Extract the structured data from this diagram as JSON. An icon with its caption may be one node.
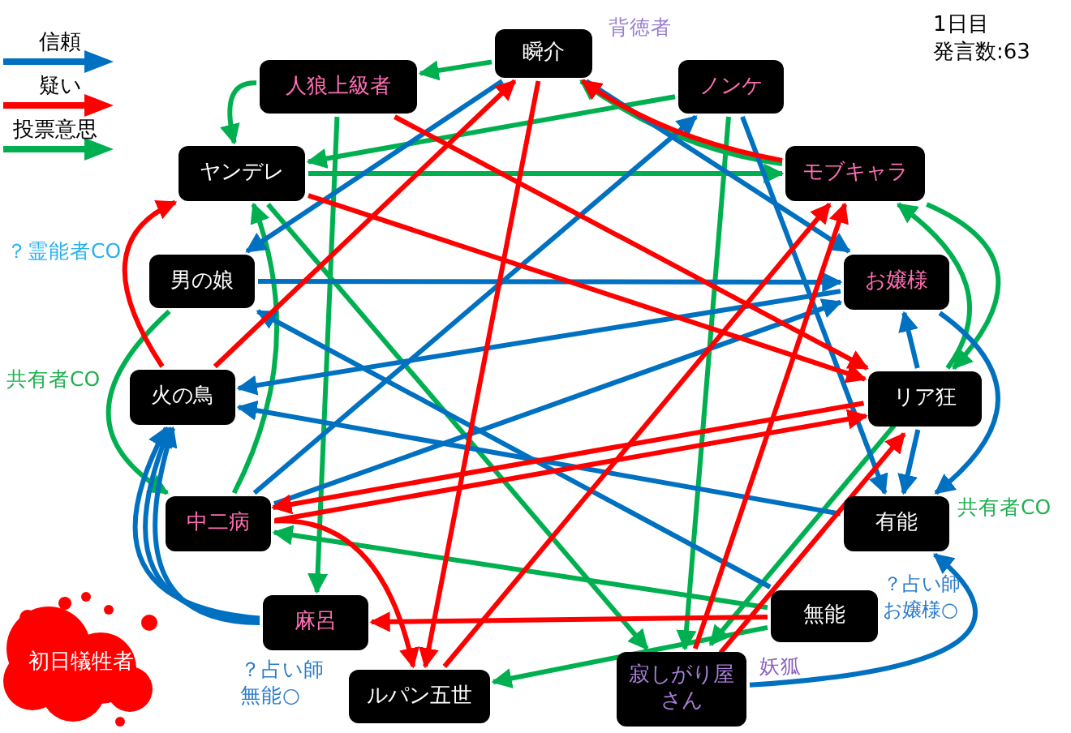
{
  "diagram": {
    "nodes": [
      {
        "text": [
          "瞬介"
        ],
        "beside": [
          "背徳者"
        ]
      },
      {
        "text": [
          "人狼上級者"
        ]
      },
      {
        "text": [
          "ノンケ"
        ]
      },
      {
        "text": [
          "ヤンデレ"
        ]
      },
      {
        "text": [
          "モブキャラ"
        ]
      },
      {
        "text": [
          "男の娘"
        ],
        "beside": [
          "？霊能者CO"
        ]
      },
      {
        "text": [
          "お嬢様"
        ]
      },
      {
        "text": [
          "火の鳥"
        ],
        "beside": [
          "共有者CO"
        ]
      },
      {
        "text": [
          "リア狂"
        ]
      },
      {
        "text": [
          "中二病"
        ]
      },
      {
        "text": [
          "有能"
        ],
        "beside": [
          "共有者CO"
        ]
      },
      {
        "text": [
          "麻呂"
        ],
        "beside": [
          "？占い師",
          "無能○"
        ]
      },
      {
        "text": [
          "無能"
        ],
        "beside": [
          "？占い師",
          "お嬢様○"
        ]
      },
      {
        "text": [
          "初日犠牲者"
        ]
      },
      {
        "text": [
          "ルパン五世"
        ]
      },
      {
        "text": [
          "寂しがり屋さん"
        ],
        "beside": [
          "妖狐"
        ]
      }
    ],
    "edges": [
      {
        "from": 1,
        "to": 3,
        "arrow": "to",
        "color": "#00b050"
      },
      {
        "from": 0,
        "to": 1,
        "arrow": "to",
        "color": "#00b050"
      },
      {
        "from": 2,
        "to": 3,
        "arrow": "to",
        "color": "#00b050"
      },
      {
        "from": 3,
        "to": 4,
        "arrow": "to",
        "color": "#00b050"
      },
      {
        "from": 4,
        "to": 0,
        "arrow": "to",
        "color": "#00b050"
      },
      {
        "from": 5,
        "to": 9,
        "arrow": "to",
        "color": "#00b050"
      },
      {
        "from": 9,
        "to": 3,
        "arrow": "to",
        "color": "#00b050"
      },
      {
        "from": 3,
        "to": 15,
        "arrow": "to",
        "color": "#00b050"
      },
      {
        "from": 1,
        "to": 11,
        "arrow": "to",
        "color": "#00b050"
      },
      {
        "from": 12,
        "to": 14,
        "arrow": "to",
        "color": "#00b050"
      },
      {
        "from": 8,
        "to": 15,
        "arrow": "to",
        "color": "#00b050"
      },
      {
        "from": 2,
        "to": 15,
        "arrow": "to",
        "color": "#00b050"
      },
      {
        "from": 4,
        "to": 8,
        "arrow": "to",
        "color": "#00b050"
      },
      {
        "from": 8,
        "to": 4,
        "arrow": "to",
        "color": "#00b050"
      },
      {
        "from": 12,
        "to": 9,
        "arrow": "to",
        "color": "#00b050"
      },
      {
        "from": 0,
        "to": 6,
        "arrow": "to",
        "color": "#0070c0"
      },
      {
        "from": 2,
        "to": 10,
        "arrow": "to",
        "color": "#0070c0"
      },
      {
        "from": 0,
        "to": 5,
        "arrow": "to",
        "color": "#0070c0"
      },
      {
        "from": 12,
        "to": 5,
        "arrow": "to",
        "color": "#0070c0"
      },
      {
        "from": 6,
        "to": 7,
        "arrow": "to",
        "color": "#0070c0"
      },
      {
        "from": 5,
        "to": 6,
        "arrow": "to",
        "color": "#0070c0"
      },
      {
        "from": 9,
        "to": 6,
        "arrow": "to",
        "color": "#0070c0"
      },
      {
        "from": 9,
        "to": 2,
        "arrow": "to",
        "color": "#0070c0"
      },
      {
        "from": 6,
        "to": 10,
        "arrow": "to",
        "color": "#0070c0"
      },
      {
        "from": 15,
        "to": 10,
        "arrow": "to",
        "color": "#0070c0"
      },
      {
        "from": 8,
        "to": 10,
        "arrow": "to",
        "color": "#0070c0"
      },
      {
        "from": 8,
        "to": 6,
        "arrow": "to",
        "color": "#0070c0"
      },
      {
        "from": 11,
        "to": 7,
        "arrow": "to",
        "color": "#0070c0"
      },
      {
        "from": 11,
        "to": 7,
        "arrow": "to",
        "color": "#0070c0"
      },
      {
        "from": 11,
        "to": 7,
        "arrow": "to",
        "color": "#0070c0"
      },
      {
        "from": 10,
        "to": 7,
        "arrow": "to",
        "color": "#0070c0"
      },
      {
        "from": 7,
        "to": 3,
        "arrow": "to",
        "color": "#ff0000"
      },
      {
        "from": 1,
        "to": 8,
        "arrow": "to",
        "color": "#ff0000"
      },
      {
        "from": 3,
        "to": 8,
        "arrow": "to",
        "color": "#ff0000"
      },
      {
        "from": 9,
        "to": 8,
        "arrow": "to",
        "color": "#ff0000"
      },
      {
        "from": 8,
        "to": 9,
        "arrow": "to",
        "color": "#ff0000"
      },
      {
        "from": 7,
        "to": 0,
        "arrow": "to",
        "color": "#ff0000"
      },
      {
        "from": 0,
        "to": 14,
        "arrow": "to",
        "color": "#ff0000"
      },
      {
        "from": 9,
        "to": 14,
        "arrow": "to",
        "color": "#ff0000"
      },
      {
        "from": 12,
        "to": 11,
        "arrow": "to",
        "color": "#ff0000"
      },
      {
        "from": 15,
        "to": 4,
        "arrow": "to",
        "color": "#ff0000"
      },
      {
        "from": 15,
        "to": 8,
        "arrow": "to",
        "color": "#ff0000"
      },
      {
        "from": 4,
        "to": 0,
        "arrow": "to",
        "color": "#ff0000"
      },
      {
        "from": 14,
        "to": 4,
        "arrow": "to",
        "color": "#ff0000"
      }
    ],
    "labels": [
      "1日目",
      "発言数:63"
    ],
    "legend": [
      {
        "text": "信頼",
        "color": "#0070c0"
      },
      {
        "text": "疑い",
        "color": "#ff0000"
      },
      {
        "text": "投票意思",
        "color": "#00b050"
      }
    ]
  }
}
